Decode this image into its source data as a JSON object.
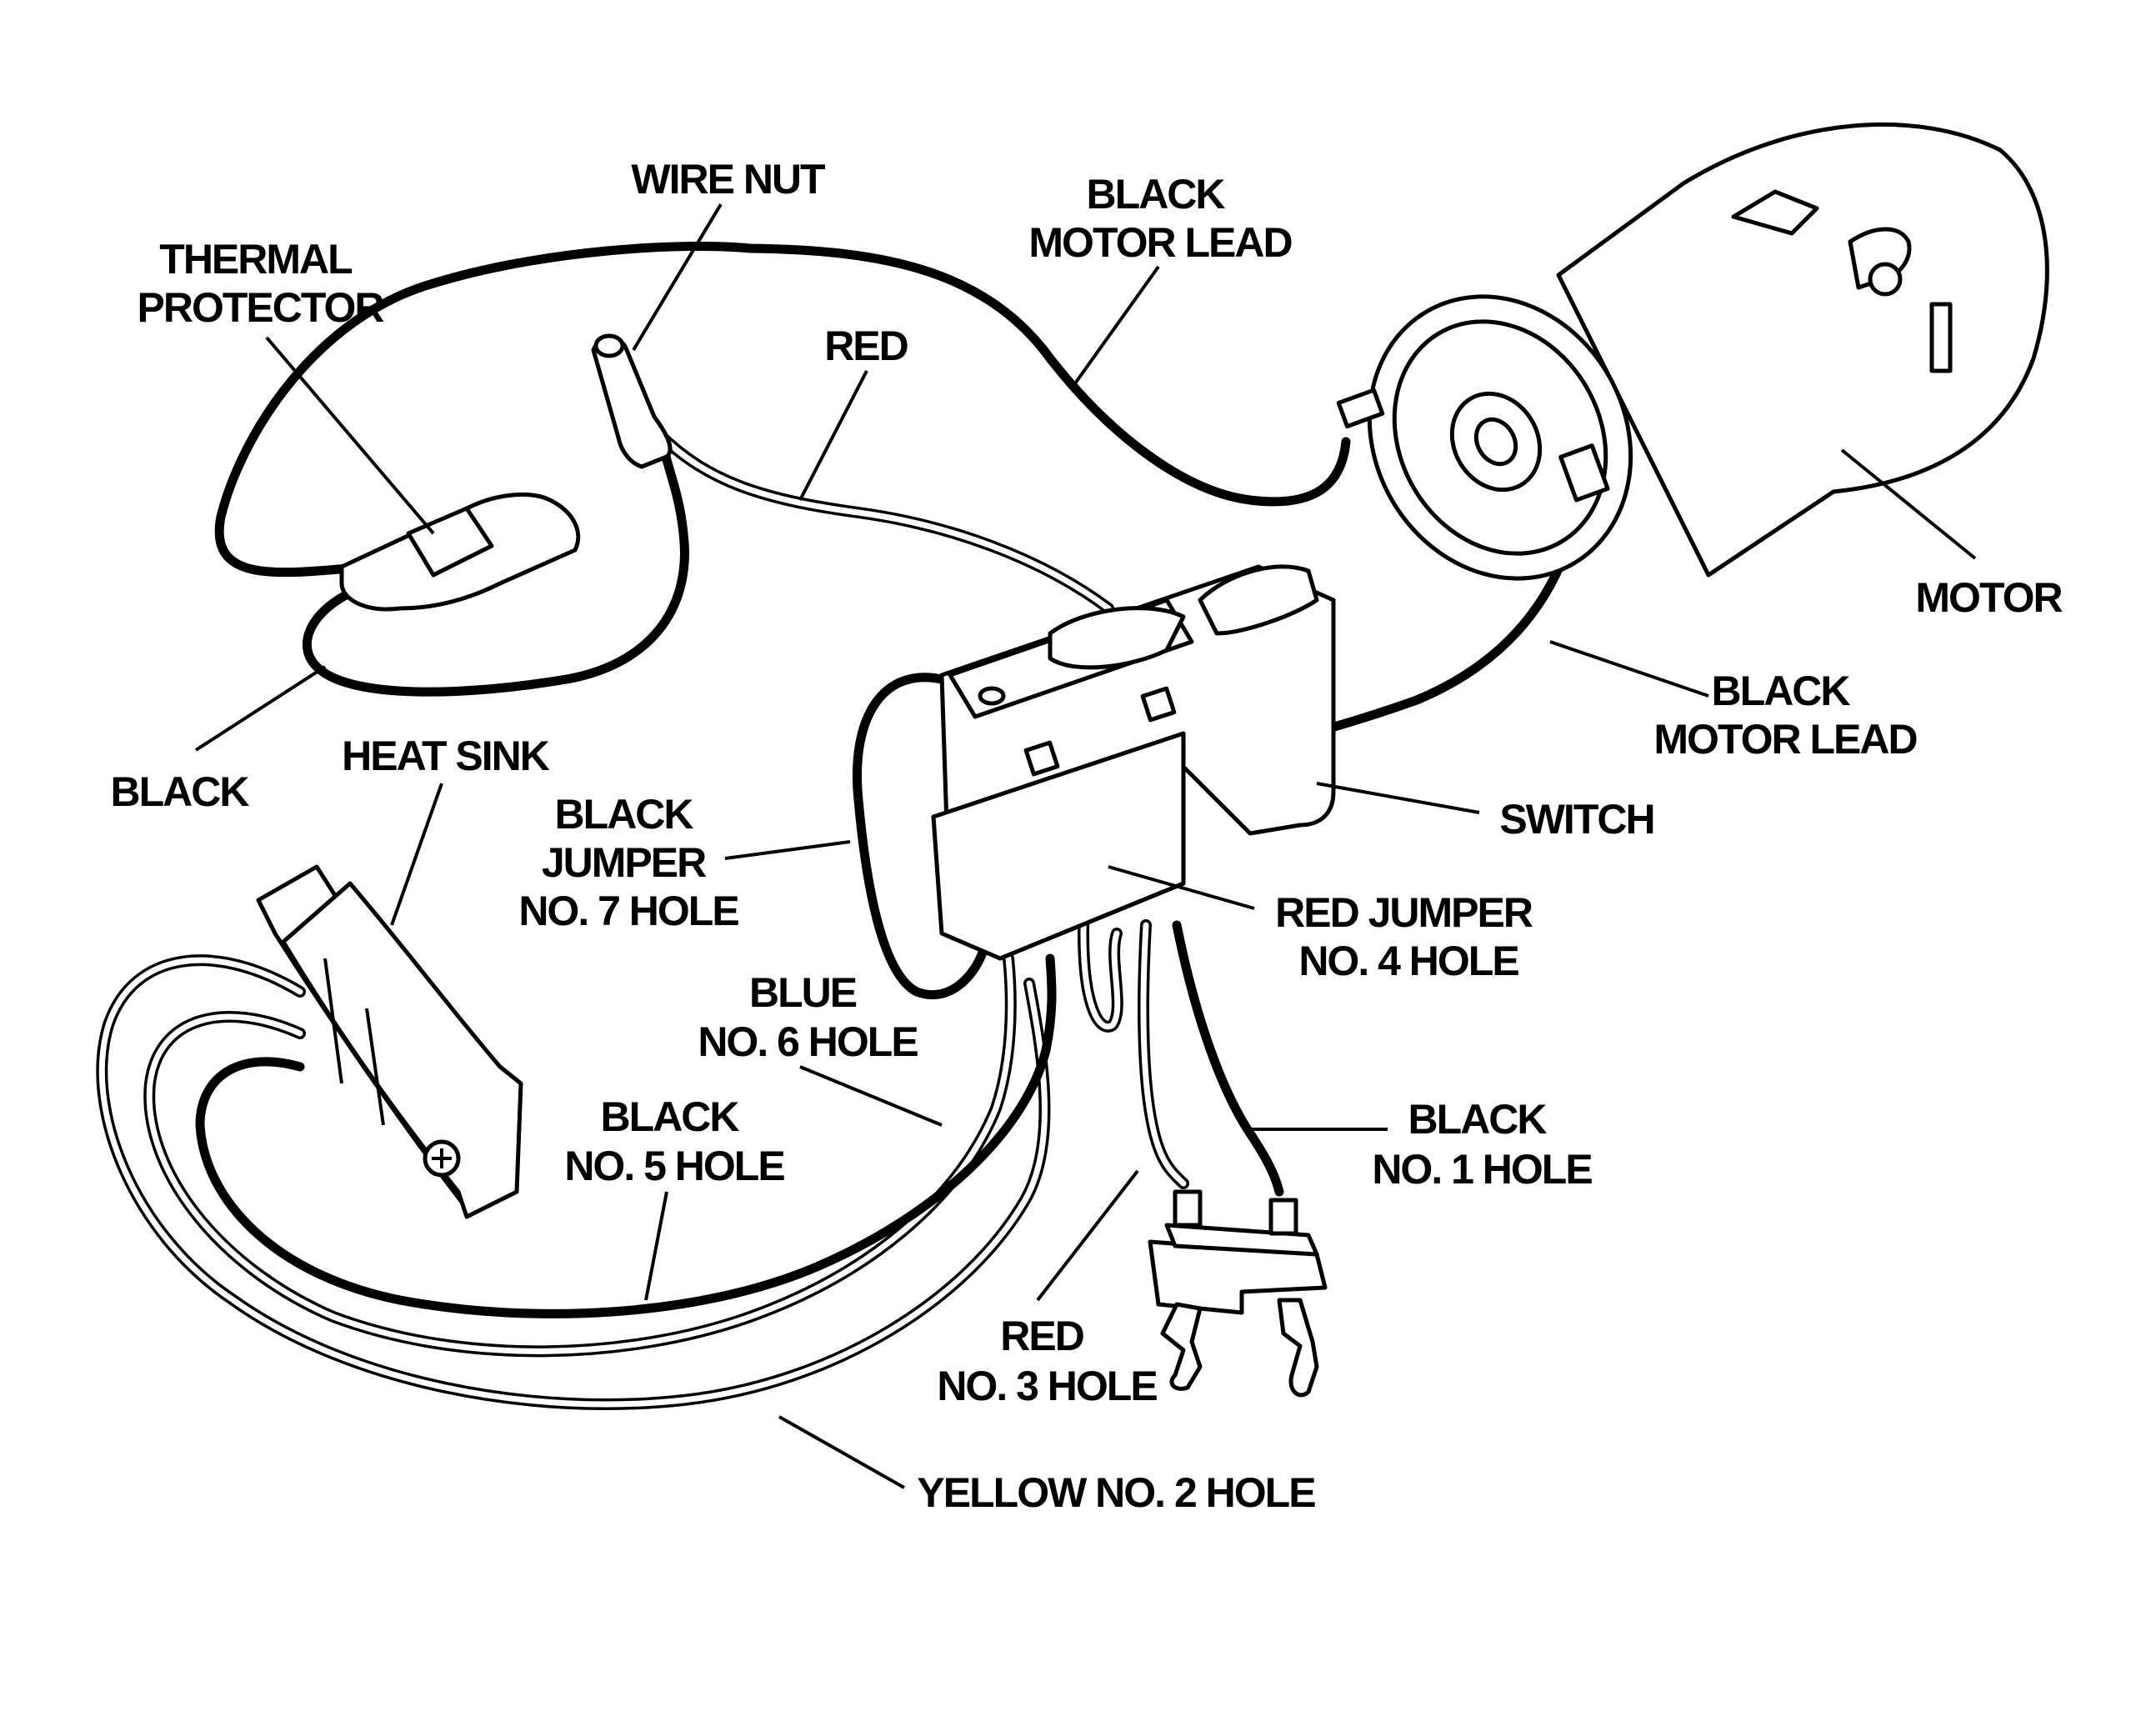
{
  "diagram": {
    "title": "Motor / Switch Wiring Diagram",
    "labels": {
      "wire_nut": "WIRE NUT",
      "thermal_protector": [
        "THERMAL",
        "PROTECTOR"
      ],
      "black_motor_lead_top": [
        "BLACK",
        "MOTOR LEAD"
      ],
      "red": "RED",
      "motor": "MOTOR",
      "black_motor_lead_right": [
        "BLACK",
        "MOTOR LEAD"
      ],
      "black": "BLACK",
      "heat_sink": "HEAT SINK",
      "switch": "SWITCH",
      "black_jumper": [
        "BLACK",
        "JUMPER",
        "NO. 7 HOLE"
      ],
      "red_jumper": [
        "RED JUMPER",
        "NO. 4 HOLE"
      ],
      "blue": [
        "BLUE",
        "NO. 6 HOLE"
      ],
      "black_no5": [
        "BLACK",
        "NO. 5 HOLE"
      ],
      "black_no1": [
        "BLACK",
        "NO. 1 HOLE"
      ],
      "red_no3": [
        "RED",
        "NO. 3 HOLE"
      ],
      "yellow_no2": "YELLOW NO. 2 HOLE"
    },
    "colors": {
      "ink": "#000000",
      "paper": "#ffffff"
    }
  }
}
